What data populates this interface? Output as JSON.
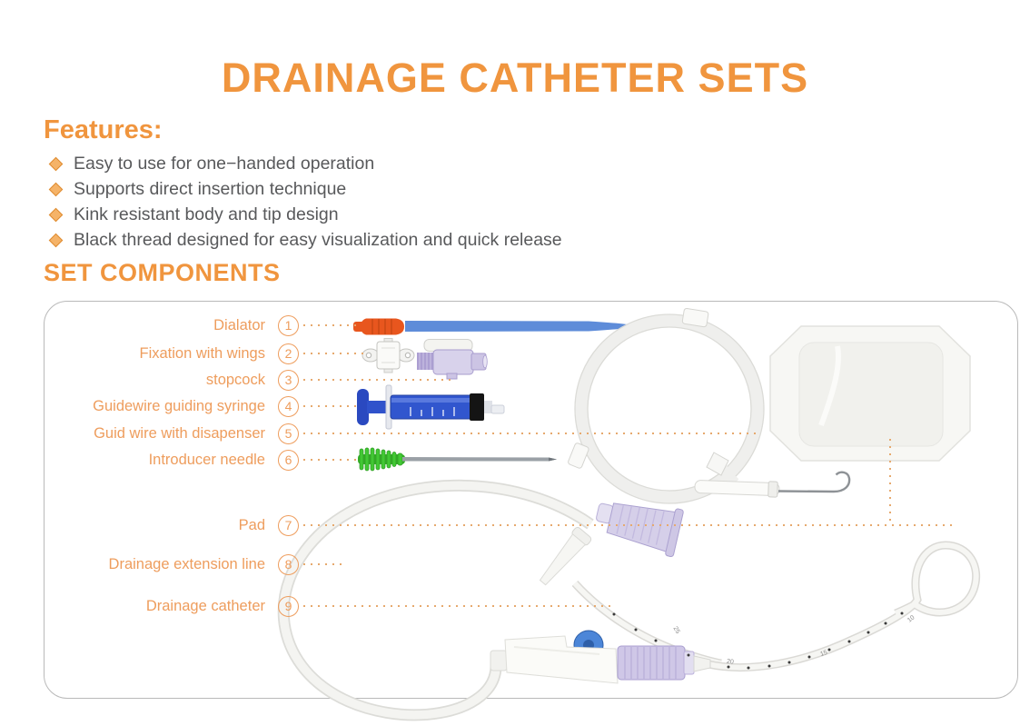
{
  "page": {
    "title": "DRAINAGE CATHETER SETS"
  },
  "features": {
    "heading": "Features:",
    "items": [
      "Easy to use for one−handed operation",
      "Supports direct insertion technique",
      "Kink resistant body and tip design",
      "Black thread designed for easy visualization and quick release"
    ]
  },
  "components": {
    "heading": "SET COMPONENTS",
    "items": [
      {
        "num": "1",
        "label": "Dialator"
      },
      {
        "num": "2",
        "label": "Fixation with wings"
      },
      {
        "num": "3",
        "label": "stopcock"
      },
      {
        "num": "4",
        "label": "Guidewire guiding syringe"
      },
      {
        "num": "5",
        "label": "Guid wire with disapenser"
      },
      {
        "num": "6",
        "label": "Introducer needle"
      },
      {
        "num": "7",
        "label": "Pad"
      },
      {
        "num": "8",
        "label": "Drainage extension line"
      },
      {
        "num": "9",
        "label": "Drainage catheter"
      }
    ]
  },
  "diagram": {
    "catheter_depth_marks": [
      "25",
      "20",
      "15",
      "10"
    ],
    "item_images": [
      "dilator-image",
      "fixation-wings-image",
      "stopcock-image",
      "guiding-syringe-image",
      "guidewire-dispenser-image",
      "introducer-needle-image",
      "pad-image",
      "extension-line-image",
      "drainage-catheter-image"
    ]
  },
  "colors": {
    "accent_orange": "#F0953E",
    "label_orange": "#EE9D5D",
    "leader_dots": "#E6A96E",
    "body_text": "#58595B",
    "panel_border": "#B9B9B9",
    "dilator_hub_orange": "#E8561E",
    "dilator_shaft_blue": "#5E8CD9",
    "syringe_blue": "#3156CE",
    "needle_green": "#3CBE2E",
    "stopcock_purple": "#D8D2EB",
    "catheter_connector_purple": "#CFC7E7"
  }
}
